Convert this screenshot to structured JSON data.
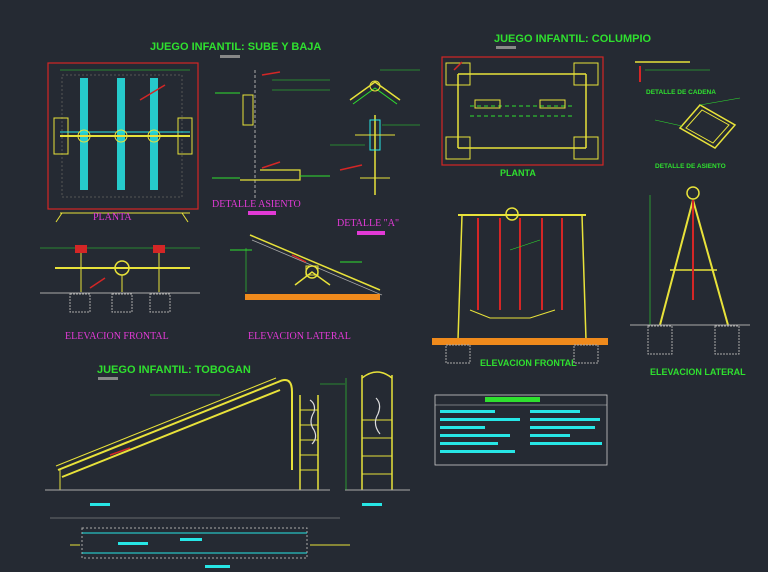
{
  "sections": {
    "seesaw": {
      "title": "JUEGO INFANTIL: SUBE Y BAJA",
      "planta": "PLANTA",
      "detalle_asiento": "DETALLE ASIENTO",
      "detalle_a": "DETALLE \"A\"",
      "elev_frontal": "ELEVACION FRONTAL",
      "elev_lateral": "ELEVACION LATERAL"
    },
    "swing": {
      "title": "JUEGO INFANTIL: COLUMPIO",
      "planta": "PLANTA",
      "detalle_cadena": "DETALLE DE CADENA",
      "detalle_asiento": "DETALLE DE ASIENTO",
      "elev_frontal": "ELEVACION FRONTAL",
      "elev_lateral": "ELEVACION LATERAL"
    },
    "slide": {
      "title": "JUEGO INFANTIL: TOBOGAN"
    }
  },
  "colors": {
    "background": "#252a33",
    "green": "#2fe02f",
    "yellow": "#e8e23a",
    "red": "#d42626",
    "cyan": "#27e6e6",
    "magenta": "#e23ad6",
    "orange": "#f08a1c"
  }
}
